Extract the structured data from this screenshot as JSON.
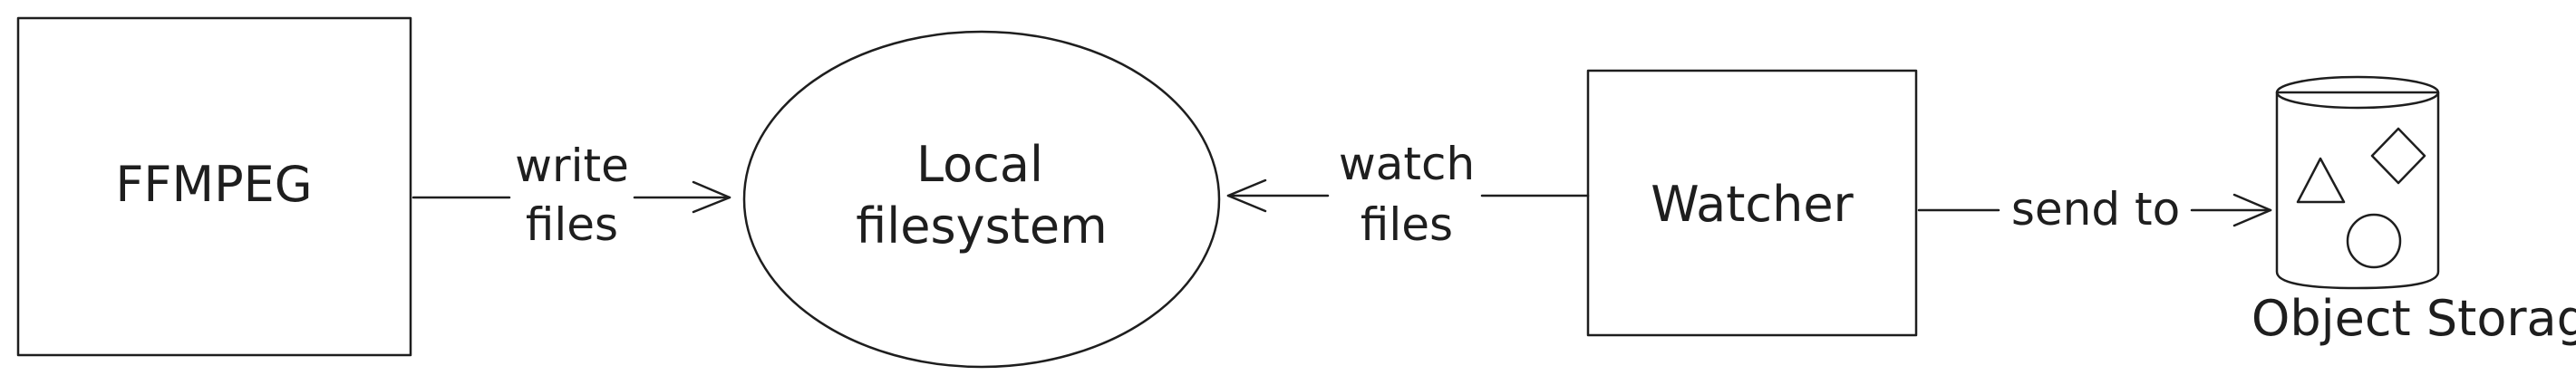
{
  "nodes": {
    "ffmpeg": {
      "label": "FFMPEG",
      "fill": "#b2f2bb"
    },
    "filesystem": {
      "label_line1": "Local",
      "label_line2": "filesystem",
      "fill": "#ffec99"
    },
    "watcher": {
      "label": "Watcher",
      "fill": "#a5d8ff"
    },
    "storage": {
      "label": "Object Storage",
      "fill": "#ced4da",
      "shape_fill": "#868e96"
    }
  },
  "edges": {
    "write": {
      "line1": "write",
      "line2": "files"
    },
    "watch": {
      "line1": "watch",
      "line2": "files"
    },
    "send": {
      "label": "send to"
    }
  },
  "colors": {
    "stroke": "#1e1e1e",
    "background": "#ffffff"
  }
}
